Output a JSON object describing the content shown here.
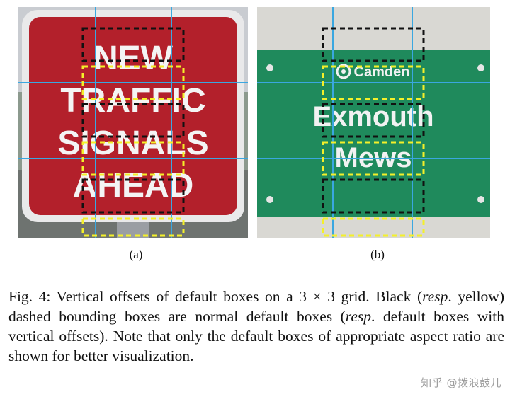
{
  "panels": {
    "a": {
      "sign_text": [
        "NEW",
        "TRAFFIC",
        "SIGNALS",
        "AHEAD"
      ],
      "sub_caption": "(a)"
    },
    "b": {
      "sign_text": [
        "Camden",
        "Exmouth",
        "Mews"
      ],
      "sub_caption": "(b)"
    }
  },
  "caption": {
    "prefix": "Fig. 4: Vertical offsets of default boxes on a 3 × 3 grid. Black (",
    "resp1": "resp",
    "middle": ". yellow) dashed bounding boxes are normal default boxes (",
    "resp2": "resp",
    "suffix": ". default boxes with vertical offsets). Note that only the default boxes of appropriate aspect ratio are shown for better visualization."
  },
  "watermark": "知乎 @拨浪鼓儿",
  "colors": {
    "grid_line": "#3aa7e0",
    "normal_box": "#111111",
    "offset_box": "#f4f02a",
    "sign_red": "#b3202b",
    "sign_green": "#1f8a5c"
  }
}
